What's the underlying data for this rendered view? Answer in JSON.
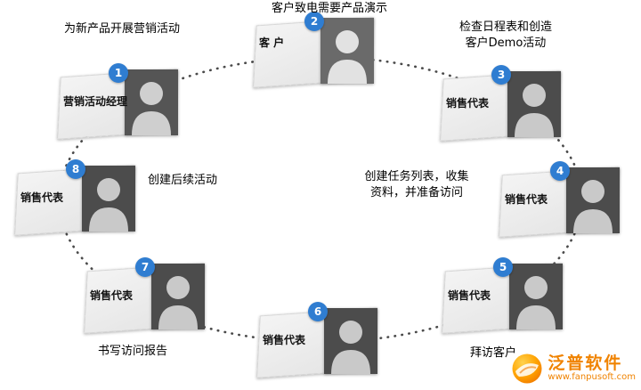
{
  "diagram": {
    "nodes": [
      {
        "number": "1",
        "role": "营销活动经理"
      },
      {
        "number": "2",
        "role": "客 户"
      },
      {
        "number": "3",
        "role": "销售代表"
      },
      {
        "number": "4",
        "role": "销售代表"
      },
      {
        "number": "5",
        "role": "销售代表"
      },
      {
        "number": "6",
        "role": "销售代表"
      },
      {
        "number": "7",
        "role": "销售代表"
      },
      {
        "number": "8",
        "role": "销售代表"
      }
    ],
    "captions": {
      "top": "客户致电需要产品演示",
      "top_left": "为新产品开展营销活动",
      "top_right": "检查日程表和创造\n客户Demo活动",
      "right": "创建任务列表，收集\n资料，并准备访问",
      "bottom_right": "拜访客户",
      "bottom_left": "书写访问报告",
      "left": "创建后续活动"
    },
    "colors": {
      "badge": "#2f7dd1",
      "slab": "#ececec",
      "dots": "#4a4a4a"
    }
  },
  "logo": {
    "icon": "swirl-ball-icon",
    "name": "泛普软件",
    "url": "www.fanpusoft.com",
    "color": "#f08300"
  }
}
